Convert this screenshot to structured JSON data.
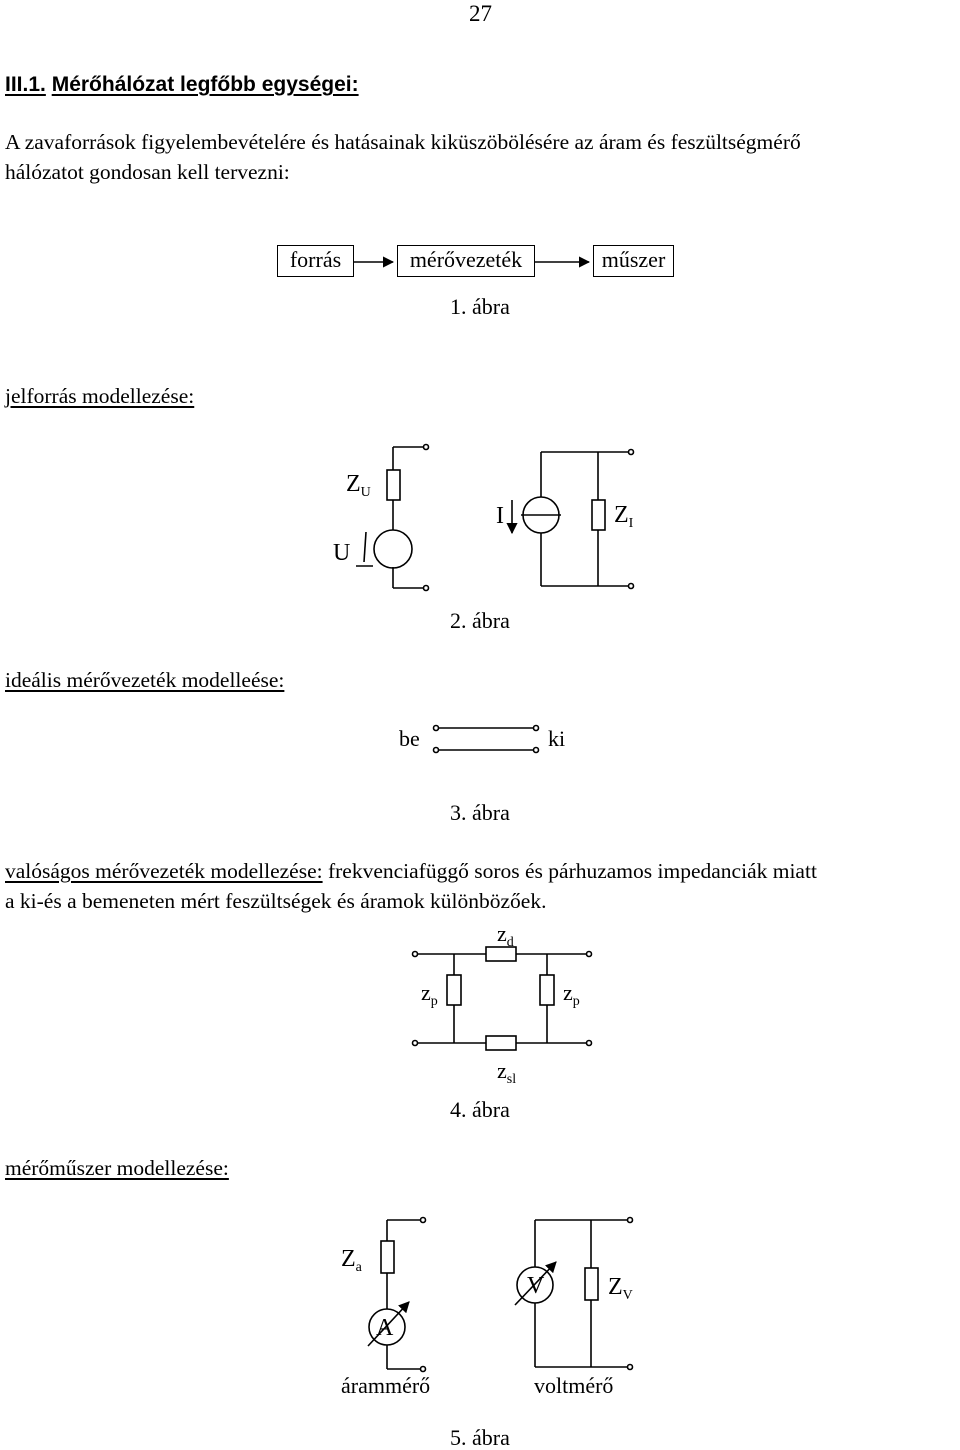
{
  "page_number": "27",
  "section": {
    "number": "III.1.",
    "title": "Mérőhálózat legfőbb egységei:"
  },
  "intro": {
    "line1": "A zavaforrások figyelembevételére és hatásainak kiküszöbölésére az áram és feszültségmérő",
    "line2": "hálózatot gondosan kell tervezni:"
  },
  "figure1": {
    "boxes": [
      "forrás",
      "mérővezeték",
      "műszer"
    ],
    "caption": "1. ábra"
  },
  "signal_source": {
    "heading": "jelforrás modellezése:",
    "voltage_label": "U",
    "voltage_impedance_main": "Z",
    "voltage_impedance_sub": "U",
    "current_label": "I",
    "current_impedance_main": "Z",
    "current_impedance_sub": "I",
    "caption": "2. ábra"
  },
  "ideal_lead": {
    "heading": "ideális mérővezeték modelleése:",
    "in_label": "be",
    "out_label": "ki",
    "caption": "3. ábra"
  },
  "real_lead": {
    "heading_underlined": "valóságos mérővezeték modellezése:",
    "text_rest": " frekvenciafüggő soros és párhuzamos impedanciák miatt",
    "line2": "a ki-és a bemeneten mért feszültségek és áramok különbözőek.",
    "zd_main": "z",
    "zd_sub": "d",
    "zp_left_main": "z",
    "zp_left_sub": "p",
    "zp_right_main": "z",
    "zp_right_sub": "p",
    "zsl_main": "z",
    "zsl_sub": "sl",
    "caption": "4. ábra"
  },
  "meter": {
    "heading": "mérőműszer modellezése:",
    "ammeter_symbol": "A",
    "ammeter_impedance_main": "Z",
    "ammeter_impedance_sub": "a",
    "ammeter_label": "árammérő",
    "voltmeter_symbol": "V",
    "voltmeter_impedance_main": "Z",
    "voltmeter_impedance_sub": "V",
    "voltmeter_label": "voltmérő",
    "caption": "5. ábra"
  }
}
